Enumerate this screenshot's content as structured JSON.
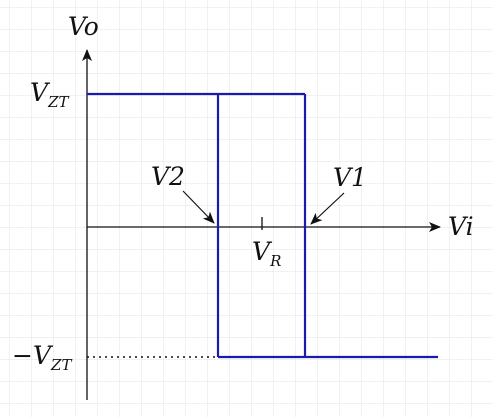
{
  "labels": {
    "y_axis": "Vo",
    "x_axis": "Vi",
    "v_zt_main": "V",
    "v_zt_sub": "ZT",
    "neg_v_zt_main": "−V",
    "neg_v_zt_sub": "ZT",
    "v1": "V1",
    "v2": "V2",
    "v_r_main": "V",
    "v_r_sub": "R"
  },
  "colors": {
    "curve": "#1a1aad",
    "axis": "#111111",
    "grid": "#e3e3e3",
    "background": "#ffffff"
  }
}
